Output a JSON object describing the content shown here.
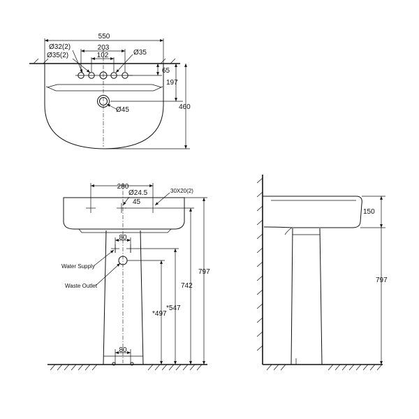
{
  "top_view": {
    "width": "550",
    "hole_spacing_outer": "203",
    "hole_spacing_inner": "102",
    "hole_diameter_small": "Ø32(2)",
    "hole_diameter_mid": "Ø35(2)",
    "hole_diameter_right": "Ø35",
    "tap_offset": "65",
    "waste_offset": "197",
    "depth": "460",
    "waste_diameter": "Ø45"
  },
  "front_view": {
    "fixing_spacing": "280",
    "hole_diameter": "Ø24.5",
    "slot_size": "30X20(2)",
    "fixing_offset": "45",
    "pedestal_top_width": "80",
    "pedestal_base_width": "80",
    "water_supply_label": "Water Supply",
    "waste_outlet_label": "Waste Outlet",
    "height_total": "797",
    "height_fixing": "742",
    "height_supply": "*547",
    "height_waste": "*497"
  },
  "side_view": {
    "bowl_depth": "150",
    "height_total": "797"
  }
}
